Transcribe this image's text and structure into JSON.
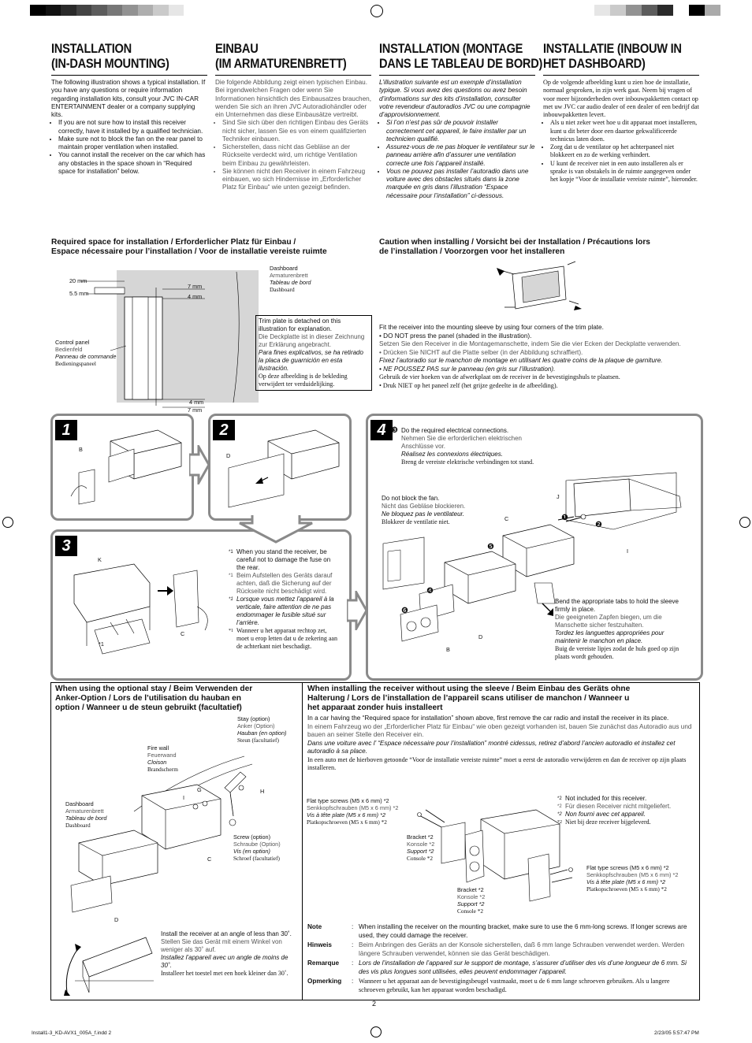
{
  "headings": {
    "en": [
      "INSTALLATION",
      "(IN-DASH MOUNTING)"
    ],
    "de": [
      "EINBAU",
      "(IM ARMATURENBRETT)"
    ],
    "fr": [
      "INSTALLATION (MONTAGE",
      "DANS LE TABLEAU DE BORD)"
    ],
    "nl": [
      "INSTALLATIE (INBOUW IN",
      "HET DASHBOARD)"
    ]
  },
  "intro": {
    "en": {
      "text": "The following illustration shows a typical installation. If you have any questions or require information regarding installation kits, consult your JVC IN-CAR ENTERTAINMENT dealer or a company supplying kits.",
      "bullets": [
        "If you are not sure how to install this receiver correctly, have it installed by a qualified technician.",
        "Make sure not to block the fan on the rear panel to maintain proper ventilation when installed.",
        "You cannot install the receiver on the car which has any obstacles in the space shown in “Required space for installation” below."
      ]
    },
    "de": {
      "text": "Die folgende Abbildung zeigt einen typischen Einbau. Bei irgendwelchen Fragen oder wenn Sie Informationen hinsichtlich des Einbausatzes brauchen, wenden Sie sich an ihren JVC Autoradiohändler oder ein Unternehmen das diese Einbausätze vertreibt.",
      "bullets": [
        "Sind Sie sich über den richtigen Einbau des Geräts nicht sicher, lassen Sie es von einem qualifizierten Techniker einbauen.",
        "Sicherstellen, dass nicht das Gebläse an der Rückseite verdeckt wird, um richtige Ventilation beim Einbau zu gewährleisten.",
        "Sie können nicht den Receiver in einem Fahrzeug einbauen, wo sich Hindernisse im „Erforderlicher Platz für Einbau“ wie unten gezeigt befinden."
      ]
    },
    "fr": {
      "text": "L’illustration suivante est un exemple d’installation typique. Si vous avez des questions ou avez besoin d’informations sur des kits d’installation, consulter votre revendeur d’autoradios JVC ou une compagnie d’approvisionnement.",
      "bullets": [
        "Si l’on n’est pas sûr de pouvoir installer correctement cet appareil, le faire installer par un technicien qualifié.",
        "Assurez-vous de ne pas bloquer le ventilateur sur le panneau arrière afin d’assurer une ventilation correcte une fois l’appareil installé.",
        "Vous ne pouvez pas installer l’autoradio dans une voiture avec des obstacles situés dans la zone marquée en gris dans l’illustration “Espace nécessaire pour l’installation” ci-dessous."
      ]
    },
    "nl": {
      "text": "Op de volgende afbeelding kunt u zien hoe de installatie, normaal gesproken, in zijn werk gaat. Neem bij vragen of voor meer bijzonderheden over inbouwpakketten contact op met uw JVC car audio dealer of een dealer of een bedrijf dat inbouwpakketten levert.",
      "bullets": [
        "Als u niet zeker weet hoe u dit apparaat moet installeren, kunt u dit beter door een daartoe gekwalificeerde technicus laten doen.",
        "Zorg dat u de ventilator op het achterpaneel niet blokkeert en zo de werking verhindert.",
        "U kunt de receiver niet in een auto installeren als er sprake is van obstakels in de ruimte aangegeven onder het kopje “Voor de installatie vereiste ruimte”, hieronder."
      ]
    }
  },
  "required_space": {
    "heading": [
      "Required space for installation / Erforderlicher Platz für Einbau /",
      "Espace nécessaire pour l’installation / Voor de installatie vereiste ruimte"
    ],
    "dim_20": "20 mm",
    "dim_55": "5.5 mm",
    "dim_7a": "7 mm",
    "dim_4a": "4 mm",
    "dim_4b": "4 mm",
    "dim_7b": "7 mm",
    "dashboard": [
      "Dashboard",
      "Armaturenbrett",
      "Tableau de bord",
      "Dashboard"
    ],
    "control_panel": [
      "Control panel",
      "Bedienfeld",
      "Panneau de commande",
      "Bedieningspaneel"
    ],
    "trim_note": [
      "Trim plate is detached on this illustration for explanation.",
      "Die Deckplatte ist in dieser Zeichnung zur Erklärung angebracht.",
      "Para fines explicativos, se ha retirado la placa de guarnición en esta ilustración.",
      "Op deze afbeelding is de bekleding verwijdert ter verduidelijking."
    ]
  },
  "caution": {
    "heading": [
      "Caution when installing / Vorsicht bei der Installation / Précautions lors",
      "de l’installation / Voorzorgen voor het installeren"
    ],
    "en": "Fit the receiver into the mounting sleeve by using four corners of the trim plate.",
    "en_b": "DO NOT press the panel (shaded in the illustration).",
    "de": "Setzen Sie den Receiver in die Montagemanschette, indem Sie die vier Ecken der Deckplatte verwenden.",
    "de_b": "Drücken Sie NICHT auf die Platte selber (in der Abbildung schraffiert).",
    "fr": "Fixez l’autoradio sur le manchon de montage en utilisant les quatre coins de la plaque de garniture.",
    "fr_b": "NE POUSSEZ PAS sur le panneau (en gris sur l’illustration).",
    "nl": "Gebruik de vier hoeken van de afwerkplaat om de receiver in de bevestigingshuls te plaatsen.",
    "nl_b": "Druk NIET op het paneel zelf (het grijze gedeelte in de afbeelding)."
  },
  "steps": {
    "s1": "1",
    "s2": "2",
    "s3": "3",
    "s4": "4",
    "letters": {
      "b1": "B",
      "d1": "D",
      "k": "K",
      "c1": "C",
      "c2": "C",
      "i1": "I",
      "j": "J",
      "d2": "D",
      "b2": "B"
    },
    "step3_note": [
      [
        "*1",
        "When you stand the receiver, be careful not to damage the fuse on the rear."
      ],
      [
        "*1",
        "Beim Aufstellen des Geräts darauf achten, daß die Sicherung auf der Rückseite nicht beschädigt wird."
      ],
      [
        "*1",
        "Lorsque vous mettez l’appareil à la verticale, faire attention de ne pas endommager le fusible situé sur l’arrière."
      ],
      [
        "*1",
        "Wanneer u het apparaat rechtop zet, moet u erop letten dat u de zekering aan de achterkant niet beschadigt."
      ]
    ],
    "star1": "*1",
    "electrical": {
      "num": "❸",
      "lines": [
        "Do the required electrical connections.",
        "Nehmen Sie die erforderlichen elektrischen Anschlüsse vor.",
        "Réalisez les connexions électriques.",
        "Breng de vereiste elektrische verbindingen tot stand."
      ]
    },
    "fan": [
      "Do not block the fan.",
      "Nicht das Gebläse blockieren.",
      "Ne bloquez pas le ventilateur.",
      "Blokkeer de ventilatie niet."
    ],
    "bend": [
      "Bend the appropriate tabs to hold the sleeve firmly in place.",
      "Die geeigneten Zapfen biegen, um die Manschette sicher festzuhalten.",
      "Tordez les languettes appropriées pour maintenir le manchon en place.",
      "Buig de vereiste lipjes zodat de huls goed op zijn plaats wordt gehouden."
    ],
    "n1": "❶",
    "n2": "❷",
    "n4": "❹",
    "n5": "❺",
    "n6": "❻"
  },
  "stay": {
    "heading": [
      "When using the optional stay / Beim Verwenden der",
      "Anker-Option / Lors de l’utilisation du hauban en",
      "option / Wanneer u de steun gebruikt (facultatief)"
    ],
    "stay_lbl": [
      "Stay (option)",
      "Anker (Option)",
      "Hauban (en option)",
      "Steun (facultatief)"
    ],
    "firewall": [
      "Fire wall",
      "Feuerwand",
      "Cloison",
      "Brandscherm"
    ],
    "dashboard": [
      "Dashboard",
      "Armaturenbrett",
      "Tableau de bord",
      "Dashboard"
    ],
    "screw": [
      "Screw (option)",
      "Schraube (Option)",
      "Vis (en option)",
      "Schroef (facultatief)"
    ],
    "angle": [
      "Install the receiver at an angle of less than 30˚.",
      "Stellen Sie das Gerät mit einem Winkel von weniger als 30˚ auf.",
      "Installez l’appareil avec un angle de moins de 30˚.",
      "Installeer het toestel met een hoek kleiner dan 30˚."
    ],
    "letters": {
      "i": "I",
      "g": "G",
      "h": "H",
      "c": "C",
      "d": "D"
    }
  },
  "sleeveless": {
    "heading": [
      "When installing the receiver without using the sleeve / Beim Einbau des Geräts ohne",
      "Halterung / Lors de l’installation de l’appareil scans utiliser de manchon / Wanneer u",
      "het apparaat zonder huis installeert"
    ],
    "en": "In a car having the “Required space for installation” shown above, first remove the car radio and install the receiver in its place.",
    "de": "In einem Fahrzeug wo der „Erforderlicher Platz für Einbau“ wie oben gezeigt vorhanden ist, bauen Sie zunächst das Autoradio aus und bauen an seiner Stelle den Receiver ein.",
    "fr": "Dans une voiture avec l’ “Espace nécessaire pour l’installation” montré cidessus, retirez d’abord l’ancien autoradio et installez cet autoradio à sa place.",
    "nl": "In een auto met de hierboven getoonde “Voor de installatie vereiste ruimte” moet u eerst de autoradio verwijderen en dan de receiver op zijn plaats installeren.",
    "flat1": [
      "Flat type screws (M5 x 6 mm) *2",
      "Senkkopfschrauben (M5 x 6 mm) *2",
      "Vis à tête plate (M5 x 6 mm) *2",
      "Platkopschroeven (M5 x 6 mm) *2"
    ],
    "notincl": [
      [
        "*2",
        "Not included for this receiver."
      ],
      [
        "*2",
        "Für diesen Receiver nicht mitgeliefert."
      ],
      [
        "*2",
        "Non fourni avec cet appareil."
      ],
      [
        "*2",
        "Niet bij deze receiver bijgeleverd."
      ]
    ],
    "bracket1": [
      "Bracket *2",
      "Konsole *2",
      "Support *2",
      "Console *2"
    ],
    "flat2": [
      "Flat type screws (M5 x 6 mm) *2",
      "Senkkopfschrauben (M5 x 6 mm) *2",
      "Vis à tête plate (M5 x 6 mm) *2",
      "Platkopschroeven (M5 x 6 mm) *2"
    ],
    "bracket2": [
      "Bracket *2",
      "Konsole *2",
      "Support *2",
      "Console *2"
    ]
  },
  "notes": [
    {
      "key": "Note",
      "text": "When installing the receiver on the mounting bracket, make sure to use the 6 mm-long screws. If longer screws are used, they could damage the receiver."
    },
    {
      "key": "Hinweis",
      "text": "Beim Anbringen des Geräts an der Konsole sicherstellen, daß 6 mm lange Schrauben verwendet werden. Werden längere Schrauben verwendet, können sie das Gerät beschädigen."
    },
    {
      "key": "Remarque",
      "text": "Lors de l’installation de l’appareil sur le support de montage, s’assurer d’utiliser des vis d’une longueur de 6 mm. Si des vis plus longues sont utilisées, elles peuvent endommager l’appareil."
    },
    {
      "key": "Opmerking",
      "text": "Wanneer u het apparaat aan de bevestigingsbeugel vastmaakt, moet u de 6 mm lange schroeven gebruiken. Als u langere schroeven gebruikt, kan het apparaat worden beschadigd."
    }
  ],
  "footer": {
    "page": "2",
    "left": "Install1-3_KD-AVX1_005A_f.indd   2",
    "right": "2/23/05   5:57:47 PM"
  },
  "colors": {
    "grey_box": "#8a8a8a",
    "shade": "#d6d6d6"
  }
}
